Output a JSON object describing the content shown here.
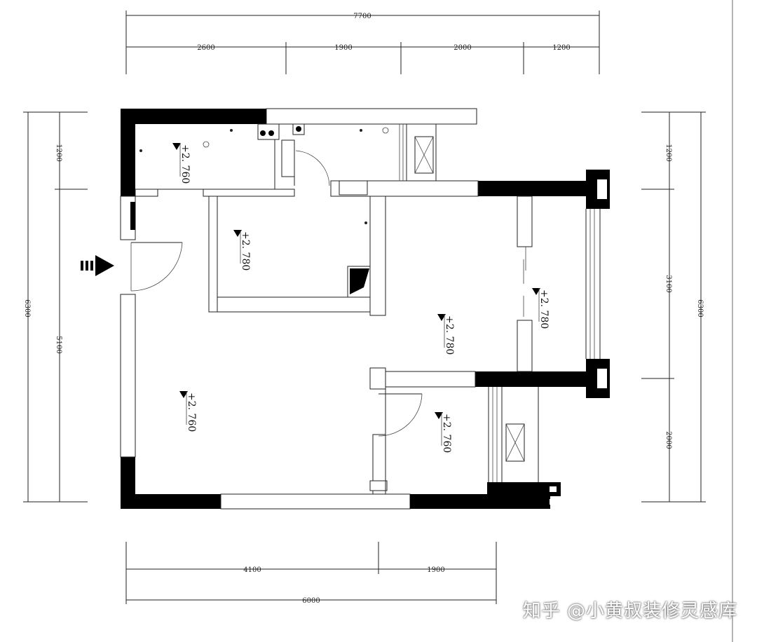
{
  "dimensions": {
    "top_total": "7700",
    "top": [
      "2600",
      "1900",
      "2000",
      "1200"
    ],
    "left_total": "6300",
    "left": [
      "1200",
      "5100"
    ],
    "right_total": "6300",
    "right": [
      "1200",
      "3100",
      "2000"
    ],
    "bottom": [
      "4100",
      "1900"
    ],
    "bottom_total": "6000"
  },
  "elevations": {
    "kitchen": "+2. 760",
    "bedroom_small": "+2. 780",
    "balcony": "+2. 780",
    "living": "+2. 780",
    "dining": "+2. 760",
    "bathroom": "+2. 760"
  },
  "watermark": "知乎 @小黄叔装修灵感库"
}
